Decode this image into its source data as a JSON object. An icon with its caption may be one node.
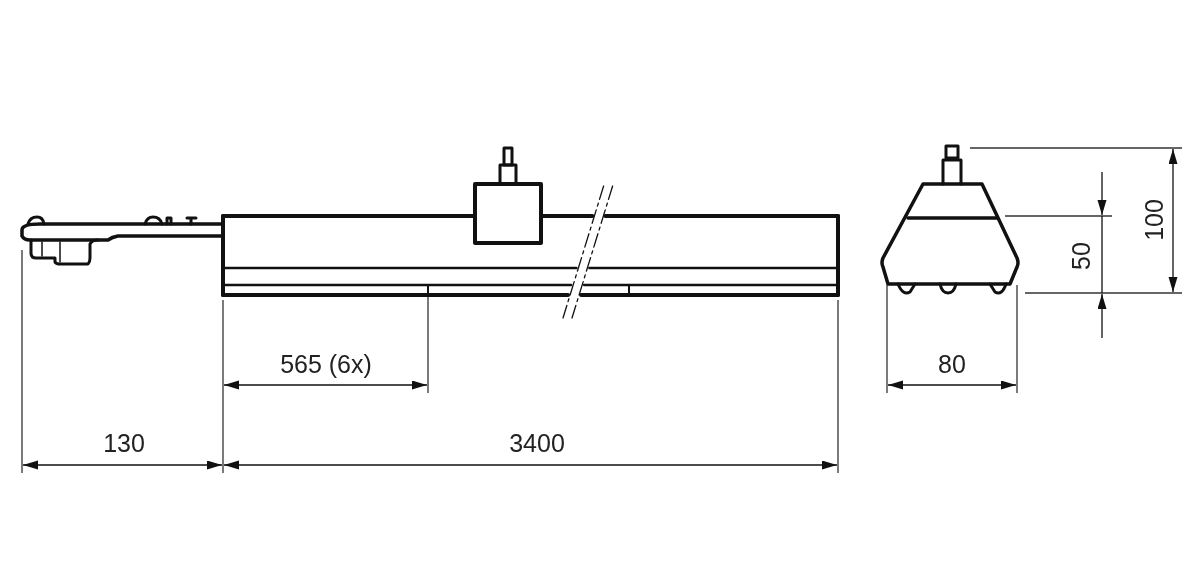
{
  "diagram": {
    "labels": [
      "100",
      "50",
      "565 (6x)",
      "80",
      "130",
      "3400"
    ]
  }
}
